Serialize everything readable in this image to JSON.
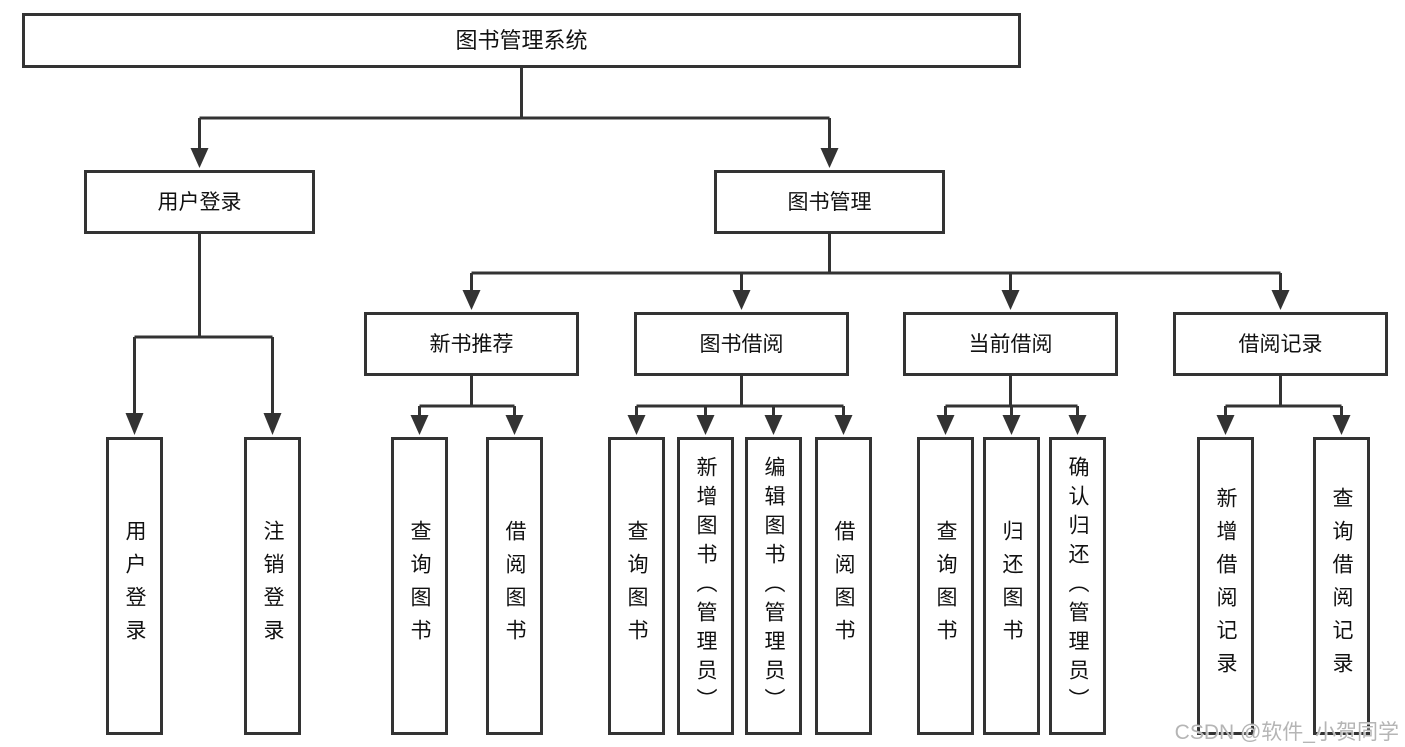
{
  "diagram": {
    "root": "图书管理系统",
    "level2": [
      "用户登录",
      "图书管理"
    ],
    "level3": [
      "新书推荐",
      "图书借阅",
      "当前借阅",
      "借阅记录"
    ],
    "leaves": {
      "user_login": [
        "用户登录",
        "注销登录"
      ],
      "new_books": [
        "查询图书",
        "借阅图书"
      ],
      "book_borrow": [
        "查询图书",
        "新增图书（管理员）",
        "编辑图书（管理员）",
        "借阅图书"
      ],
      "current_borrow": [
        "查询图书",
        "归还图书",
        "确认归还（管理员）"
      ],
      "borrow_records": [
        "新增借阅记录",
        "查询借阅记录"
      ]
    }
  },
  "watermark": {
    "text": "CSDN @软件_小贺同学"
  },
  "colors": {
    "line": "#333333",
    "border": "#333333",
    "text": "#111111",
    "watermark": "#b5b5b5",
    "background": "#ffffff"
  }
}
